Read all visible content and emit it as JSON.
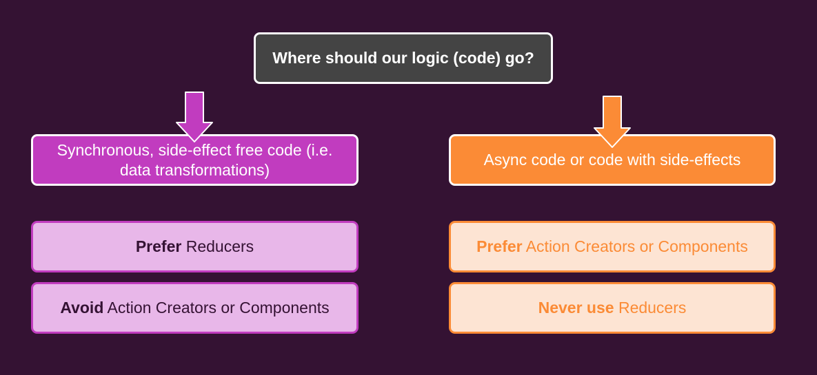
{
  "title": {
    "text": "Where should our logic (code) go?"
  },
  "left": {
    "main_label": "Synchronous, side-effect free code (i.e. data transformations)",
    "rule_1": {
      "strong": "Prefer",
      "rest": " Reducers"
    },
    "rule_2": {
      "strong": "Avoid",
      "rest": " Action Creators or Components"
    }
  },
  "right": {
    "main_label": "Async code or code with side-effects",
    "rule_1": {
      "strong": "Prefer",
      "rest": " Action Creators or Components"
    },
    "rule_2": {
      "strong": "Never use",
      "rest": " Reducers"
    }
  },
  "colors": {
    "background": "#341233",
    "left_accent": "#c13cbf",
    "left_light": "#e8b7e9",
    "right_accent": "#fb8b36",
    "right_light": "#fde4d3",
    "title_fill": "#444444",
    "border": "#ffffff"
  }
}
